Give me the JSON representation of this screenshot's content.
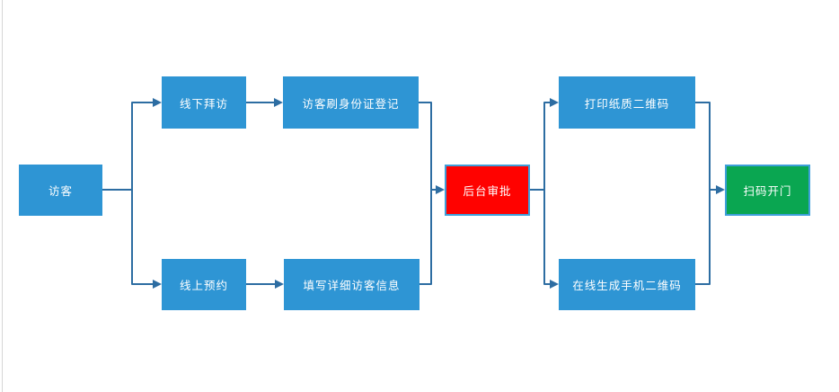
{
  "colors": {
    "node_blue": "#2E95D4",
    "node_red": "#FF0200",
    "node_green": "#0AA651",
    "node_border": "#3E9FDA",
    "connector": "#2D6DA2",
    "node_text": "#FFFFFF",
    "canvas_rule": "#D6D6D6"
  },
  "flowchart": {
    "nodes": [
      {
        "id": "visitor",
        "label": "访客",
        "fill": "blue"
      },
      {
        "id": "offline-visit",
        "label": "线下拜访",
        "fill": "blue"
      },
      {
        "id": "id-card-register",
        "label": "访客刷身份证登记",
        "fill": "blue"
      },
      {
        "id": "online-booking",
        "label": "线上预约",
        "fill": "blue"
      },
      {
        "id": "fill-visitor-info",
        "label": "填写详细访客信息",
        "fill": "blue"
      },
      {
        "id": "backend-approval",
        "label": "后台审批",
        "fill": "red"
      },
      {
        "id": "print-paper-qrcode",
        "label": "打印纸质二维码",
        "fill": "blue"
      },
      {
        "id": "generate-mobile-qrcode",
        "label": "在线生成手机二维码",
        "fill": "blue"
      },
      {
        "id": "scan-code-open-door",
        "label": "扫码开门",
        "fill": "green"
      }
    ],
    "edges": [
      {
        "from": "访客",
        "to": "线下拜访"
      },
      {
        "from": "访客",
        "to": "线上预约"
      },
      {
        "from": "线下拜访",
        "to": "访客刷身份证登记"
      },
      {
        "from": "线上预约",
        "to": "填写详细访客信息"
      },
      {
        "from": "访客刷身份证登记",
        "to": "后台审批"
      },
      {
        "from": "填写详细访客信息",
        "to": "后台审批"
      },
      {
        "from": "后台审批",
        "to": "打印纸质二维码"
      },
      {
        "from": "后台审批",
        "to": "在线生成手机二维码"
      },
      {
        "from": "打印纸质二维码",
        "to": "扫码开门"
      },
      {
        "from": "在线生成手机二维码",
        "to": "扫码开门"
      }
    ]
  }
}
